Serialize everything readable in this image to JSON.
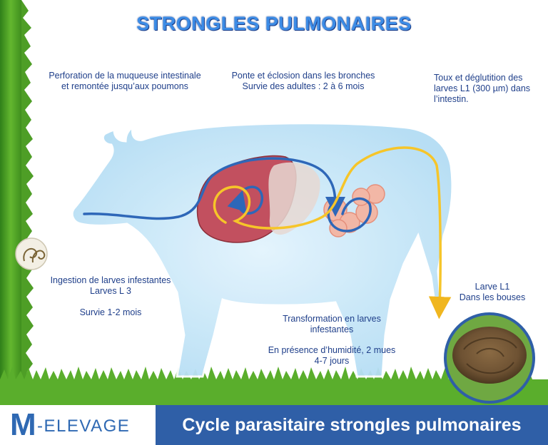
{
  "title": "STRONGLES PULMONAIRES",
  "steps": {
    "perforation": [
      "Perforation de la muqueuse intestinale",
      "et remontée jusqu’aux poumons"
    ],
    "ponte": [
      "Ponte et éclosion dans les bronches",
      "Survie des adultes : 2 à 6 mois"
    ],
    "toux": [
      "Toux et déglutition des",
      "larves L1 (300 µm) dans",
      "l’intestin."
    ],
    "ingestion": [
      "Ingestion de larves infestantes",
      "Larves L 3"
    ],
    "ingestion_survie": "Survie 1-2 mois",
    "larve_l1": [
      "Larve L1",
      "Dans les bouses"
    ],
    "transformation": [
      "Transformation en larves",
      "infestantes"
    ],
    "transformation_detail": [
      "En présence d’humidité, 2 mues",
      "4-7 jours"
    ]
  },
  "footer": {
    "brand_initial": "M",
    "brand_rest": "-ELEVAGE",
    "banner": "Cycle parasitaire strongles pulmonaires"
  },
  "colors": {
    "title": "#3c8ce6",
    "text": "#1f3f8a",
    "cow_body": "#bfe4f7",
    "cow_outline": "#ffffff",
    "lung": "#c2505f",
    "arrow_blue": "#2e67b8",
    "arrow_yellow": "#f6c529",
    "grass": "#4f9e27",
    "banner": "#2f5fa7"
  }
}
